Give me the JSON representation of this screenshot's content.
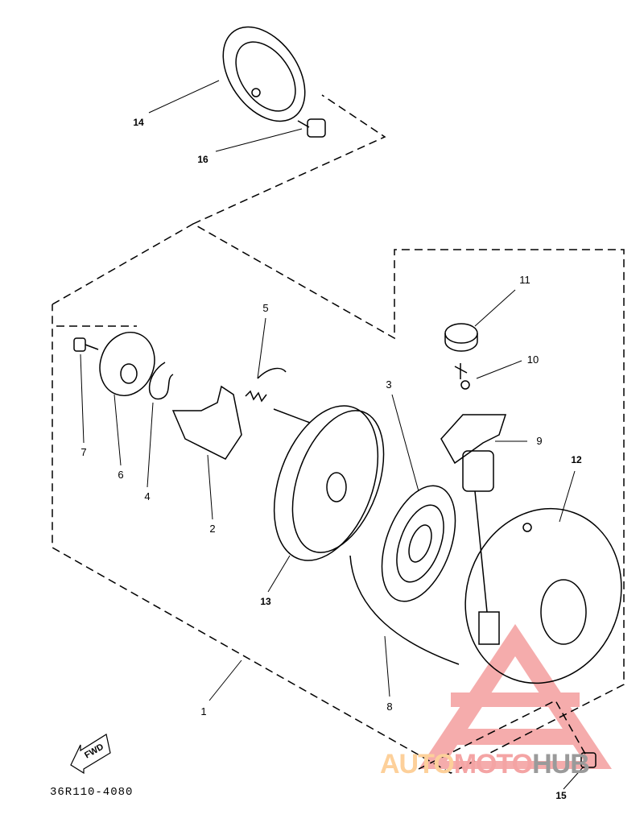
{
  "diagram": {
    "part_labels": [
      "1",
      "2",
      "3",
      "4",
      "5",
      "6",
      "7",
      "8",
      "9",
      "10",
      "11",
      "12",
      "13",
      "14",
      "15",
      "16"
    ],
    "fwd_label": "FWD",
    "drawing_code": "36R110-4080"
  },
  "watermark": {
    "part1": "AUTO",
    "part2": "MOTO",
    "part3": "HUB"
  },
  "colors": {
    "line": "#000000",
    "watermark_red": "#f4a4a4",
    "watermark_orange": "#fdd09a",
    "watermark_gray": "#9a9a9a"
  }
}
